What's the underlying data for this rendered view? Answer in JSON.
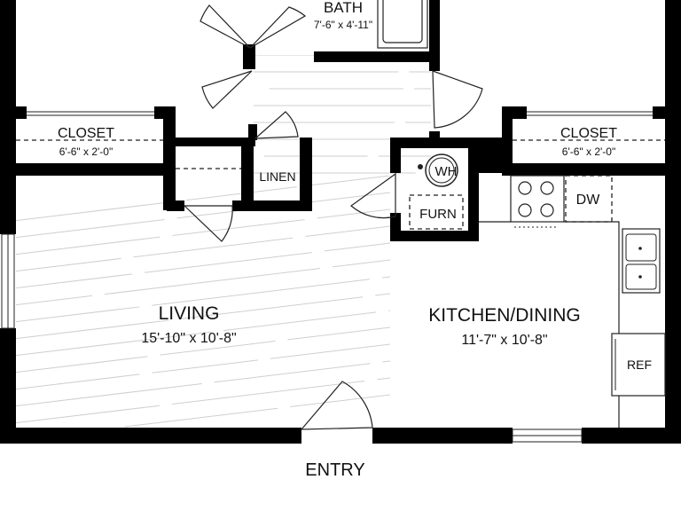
{
  "rooms": {
    "bath": {
      "name": "BATH",
      "dims": "7'-6\" x 4'-11\""
    },
    "closet_left": {
      "name": "CLOSET",
      "dims": "6'-6\" x 2'-0\""
    },
    "closet_right": {
      "name": "CLOSET",
      "dims": "6'-6\" x 2'-0\""
    },
    "linen": {
      "name": "LINEN"
    },
    "living": {
      "name": "LIVING",
      "dims": "15'-10\" x 10'-8\""
    },
    "kitchen": {
      "name": "KITCHEN/DINING",
      "dims": "11'-7\" x 10'-8\""
    }
  },
  "fixtures": {
    "water_heater": "WH",
    "furnace": "FURN",
    "dishwasher": "DW",
    "refrigerator": "REF"
  },
  "entry_label": "ENTRY",
  "colors": {
    "wall": "#000000",
    "floor_lines": "#cfcfcf",
    "background": "#ffffff"
  }
}
